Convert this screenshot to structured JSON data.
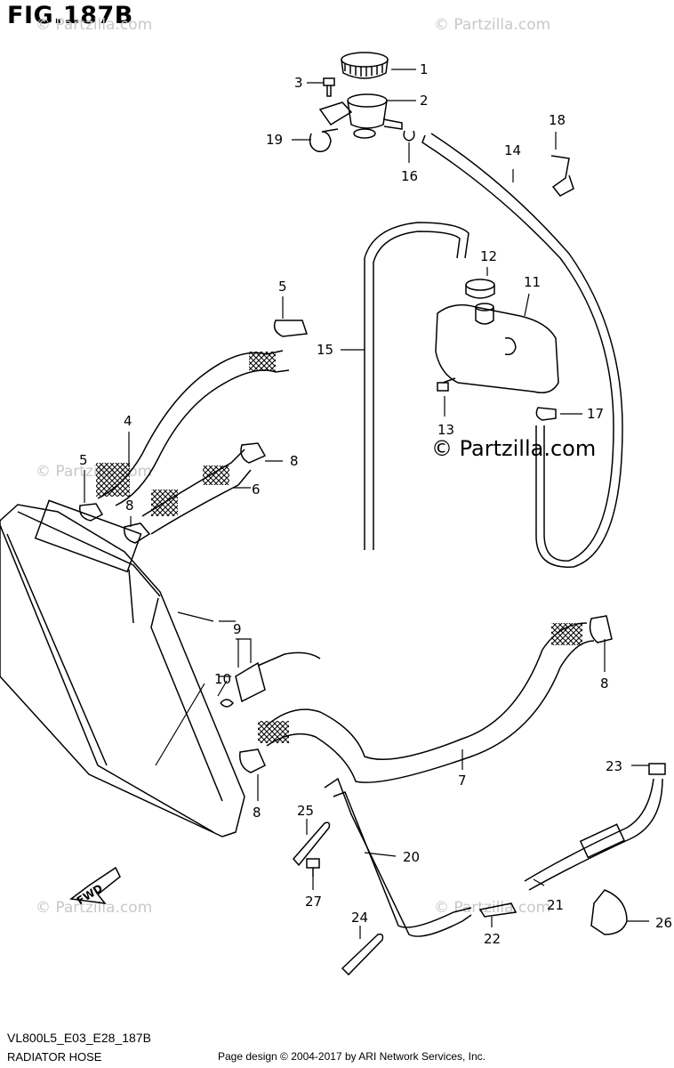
{
  "figure": {
    "title": "FIG.187B",
    "model_code": "VL800L5_E03_E28_187B",
    "section_name": "RADIATOR HOSE",
    "page_credit": "Page design © 2004-2017 by ARI Network Services, Inc.",
    "watermark": "© Partzilla.com",
    "fwd_label": "FWD"
  },
  "callouts": [
    "1",
    "2",
    "3",
    "4",
    "5",
    "5",
    "6",
    "7",
    "8",
    "8",
    "8",
    "8",
    "9",
    "10",
    "11",
    "12",
    "13",
    "14",
    "15",
    "16",
    "17",
    "18",
    "19",
    "20",
    "21",
    "22",
    "23",
    "24",
    "25",
    "26",
    "27"
  ]
}
